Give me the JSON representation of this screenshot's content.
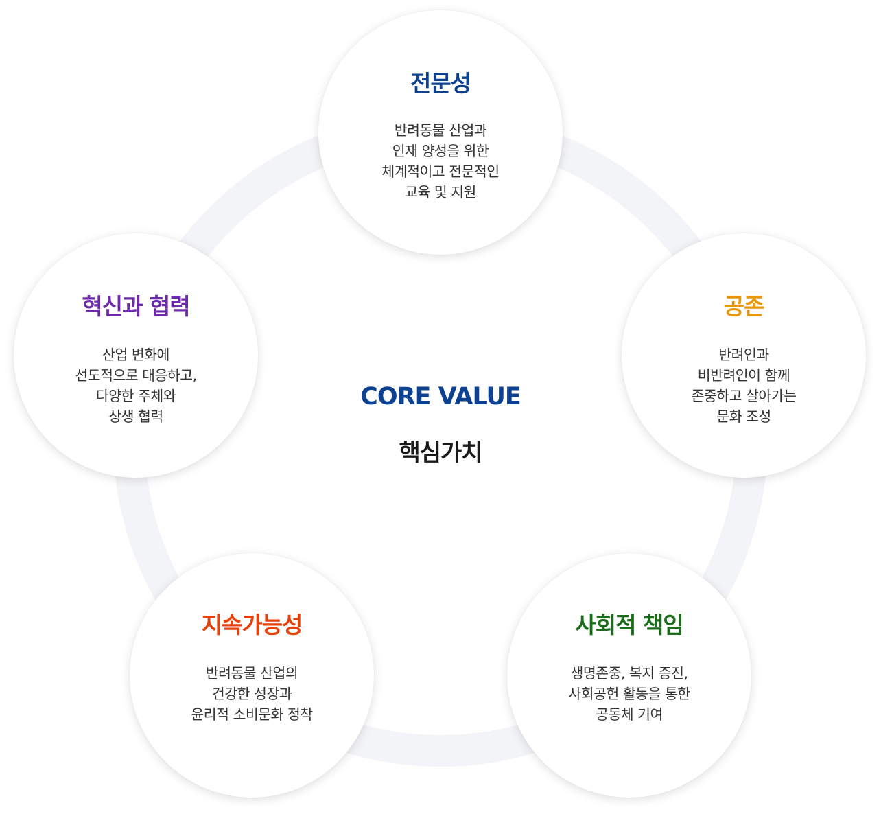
{
  "center": {
    "title_en": "CORE VALUE",
    "title_ko": "핵심가치"
  },
  "colors": {
    "ring": "#f3f4f7",
    "navy": "#0d4292",
    "orange": "#e8960a",
    "green": "#1b6d1b",
    "red": "#e5410b",
    "purple": "#6d2bac"
  },
  "values": [
    {
      "title": "전문성",
      "color": "#0d4292",
      "lines": [
        "반려동물 산업과",
        "인재 양성을 위한",
        "체계적이고 전문적인",
        "교육 및 지원"
      ]
    },
    {
      "title": "공존",
      "color": "#e8960a",
      "lines": [
        "반려인과",
        "비반려인이 함께",
        "존중하고 살아가는",
        "문화 조성"
      ]
    },
    {
      "title": "사회적 책임",
      "color": "#1b6d1b",
      "lines": [
        "생명존중, 복지 증진,",
        "사회공헌 활동을 통한",
        "공동체 기여"
      ]
    },
    {
      "title": "지속가능성",
      "color": "#e5410b",
      "lines": [
        "반려동물 산업의",
        "건강한 성장과",
        "윤리적 소비문화 정착"
      ]
    },
    {
      "title": "혁신과 협력",
      "color": "#6d2bac",
      "lines": [
        "산업 변화에",
        "선도적으로 대응하고,",
        "다양한 주체와",
        "상생 협력"
      ]
    }
  ]
}
